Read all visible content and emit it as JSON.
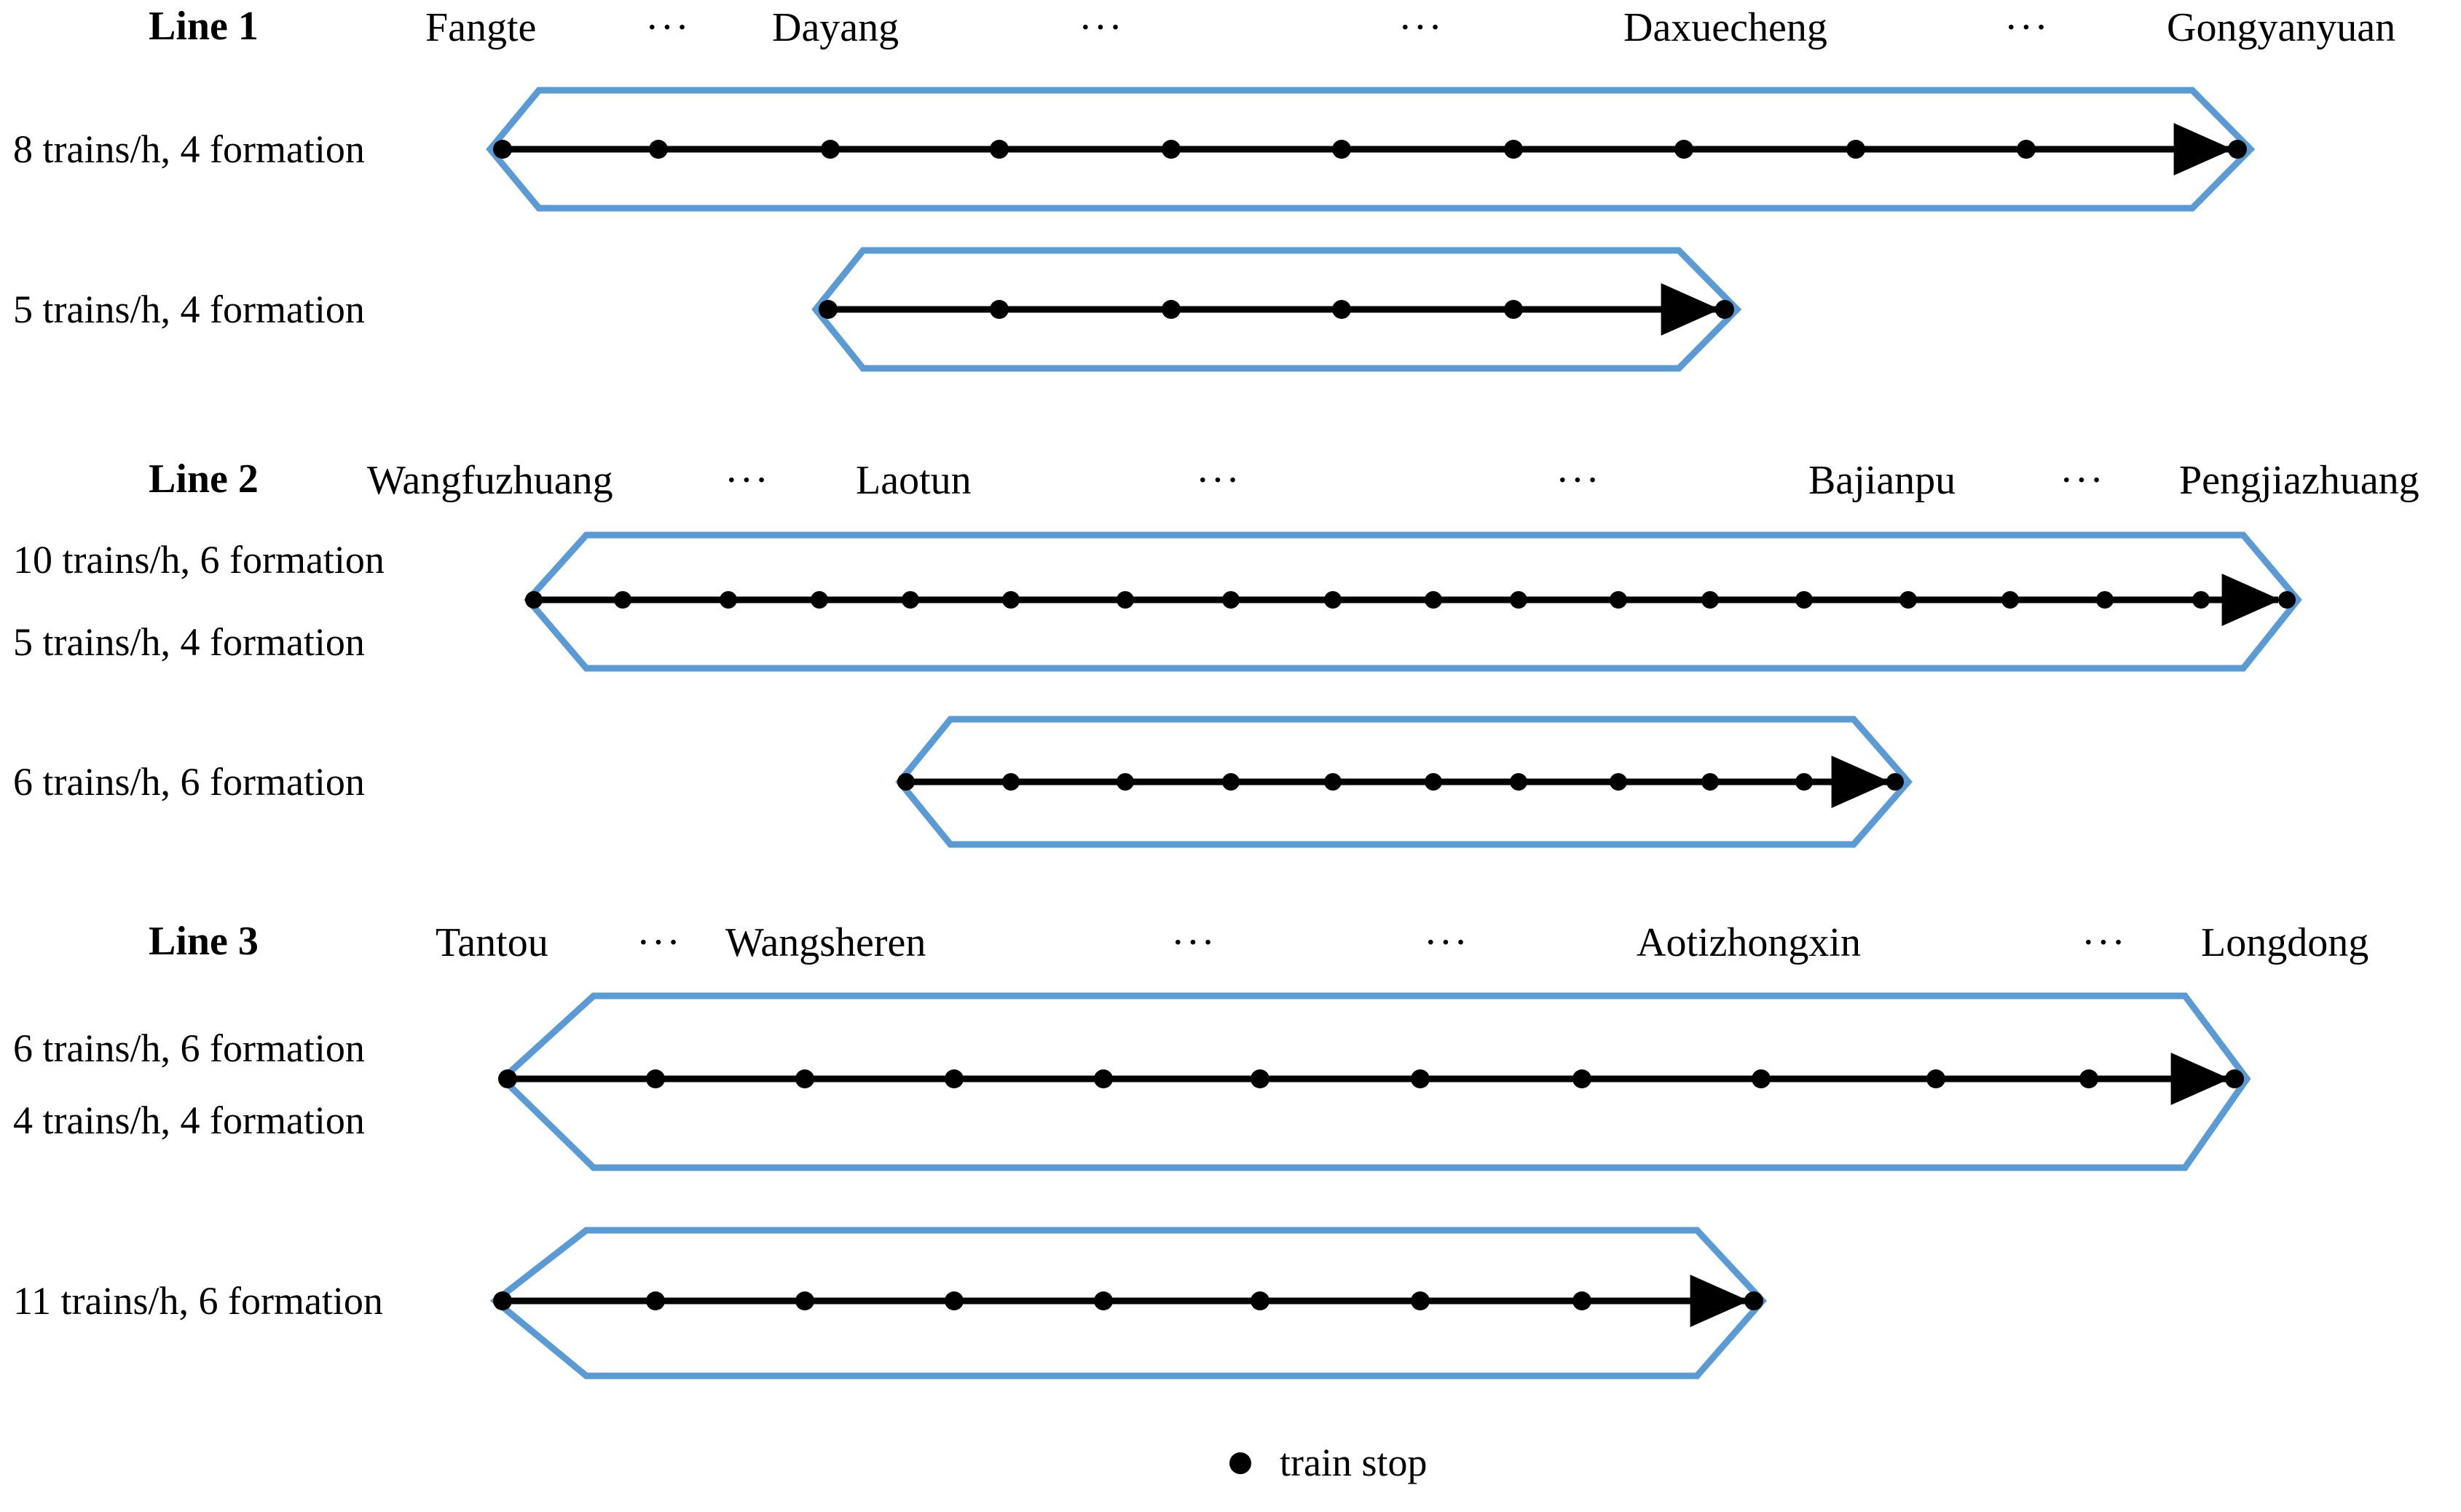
{
  "figure": {
    "type": "transit-line-operation-diagram",
    "legend": {
      "marker": "train-stop-dot",
      "label": "train stop"
    },
    "colors": {
      "band_stroke": "#5B9BD5",
      "route_line": "#000000",
      "stop_dot": "#000000",
      "background": "#FFFFFF"
    }
  },
  "lines": [
    {
      "id": "line-1",
      "title": "Line 1",
      "stations": [
        {
          "name": "Fangte"
        },
        {
          "name": "···"
        },
        {
          "name": "Dayang"
        },
        {
          "name": "···"
        },
        {
          "name": "···"
        },
        {
          "name": "Daxuecheng"
        },
        {
          "name": "···"
        },
        {
          "name": "Gongyanyuan"
        }
      ],
      "services": [
        {
          "id": "line-1-service-1",
          "labels": [
            "8 trains/h, 4 formation"
          ],
          "stops": 11,
          "span": "full"
        },
        {
          "id": "line-1-service-2",
          "labels": [
            "5 trains/h, 4 formation"
          ],
          "stops": 6,
          "span": "partial"
        }
      ]
    },
    {
      "id": "line-2",
      "title": "Line 2",
      "stations": [
        {
          "name": "Wangfuzhuang"
        },
        {
          "name": "···"
        },
        {
          "name": "Laotun"
        },
        {
          "name": "···"
        },
        {
          "name": "···"
        },
        {
          "name": "Bajianpu"
        },
        {
          "name": "···"
        },
        {
          "name": "Pengjiazhuang"
        }
      ],
      "services": [
        {
          "id": "line-2-service-1",
          "labels": [
            "10 trains/h, 6 formation",
            "5 trains/h, 4 formation"
          ],
          "stops": 19,
          "span": "full"
        },
        {
          "id": "line-2-service-2",
          "labels": [
            "6 trains/h, 6 formation"
          ],
          "stops": 11,
          "span": "partial"
        }
      ]
    },
    {
      "id": "line-3",
      "title": "Line 3",
      "stations": [
        {
          "name": "Tantou"
        },
        {
          "name": "···"
        },
        {
          "name": "Wangsheren"
        },
        {
          "name": "···"
        },
        {
          "name": "···"
        },
        {
          "name": "Aotizhongxin"
        },
        {
          "name": "···"
        },
        {
          "name": "Longdong"
        }
      ],
      "services": [
        {
          "id": "line-3-service-1",
          "labels": [
            "6 trains/h, 6 formation",
            "4 trains/h, 4 formation"
          ],
          "stops": 12,
          "span": "full"
        },
        {
          "id": "line-3-service-2",
          "labels": [
            "11 trains/h, 6 formation"
          ],
          "stops": 9,
          "span": "partial"
        }
      ]
    }
  ],
  "labels": {
    "line1_title": "Line 1",
    "line1_st1": "Fangte",
    "line1_e1": "···",
    "line1_st2": "Dayang",
    "line1_e2": "···",
    "line1_e3": "···",
    "line1_st3": "Daxuecheng",
    "line1_e4": "···",
    "line1_st4": "Gongyanyuan",
    "line1_f1": "8 trains/h, 4 formation",
    "line1_f2": "5 trains/h, 4 formation",
    "line2_title": "Line 2",
    "line2_st1": "Wangfuzhuang",
    "line2_e1": "···",
    "line2_st2": "Laotun",
    "line2_e2": "···",
    "line2_e3": "···",
    "line2_st3": "Bajianpu",
    "line2_e4": "···",
    "line2_st4": "Pengjiazhuang",
    "line2_f1": "10 trains/h, 6 formation",
    "line2_f2": "5 trains/h, 4 formation",
    "line2_f3": "6 trains/h, 6 formation",
    "line3_title": "Line 3",
    "line3_st1": "Tantou",
    "line3_e1": "···",
    "line3_st2": "Wangsheren",
    "line3_e2": "···",
    "line3_e3": "···",
    "line3_st3": "Aotizhongxin",
    "line3_e4": "···",
    "line3_st4": "Longdong",
    "line3_f1": "6 trains/h, 6 formation",
    "line3_f2": "4 trains/h, 4 formation",
    "line3_f3": "11 trains/h, 6 formation",
    "legend_label": "train stop"
  }
}
